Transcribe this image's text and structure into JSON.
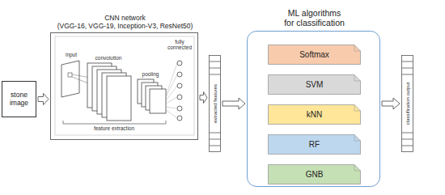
{
  "diagram": {
    "nodes": [
      {
        "text": [
          "stone image"
        ]
      },
      {
        "text": [
          "CNN network",
          "(VGG-16, VGG-19, Inception-V3, ResNet50)"
        ]
      },
      {
        "text": [
          "extracted features"
        ]
      },
      {
        "text": [
          "ML algorithms",
          "for classification"
        ]
      },
      {
        "text": [
          "Softmax"
        ],
        "in": 3
      },
      {
        "text": [
          "SVM"
        ],
        "in": 3
      },
      {
        "text": [
          "kNN"
        ],
        "in": 3
      },
      {
        "text": [
          "RF"
        ],
        "in": 3
      },
      {
        "text": [
          "GNB"
        ],
        "in": 3
      },
      {
        "text": [
          "classification output"
        ]
      }
    ],
    "edges": [
      {
        "from": 0,
        "to": 1,
        "arrow": "to"
      },
      {
        "from": 1,
        "to": 2,
        "arrow": "to"
      },
      {
        "from": 2,
        "to": 3,
        "arrow": "to"
      },
      {
        "from": 3,
        "to": 9,
        "arrow": "to"
      }
    ],
    "labels": [
      "input",
      "convolution",
      "pooling",
      "fully connected",
      "feature extraction"
    ]
  }
}
